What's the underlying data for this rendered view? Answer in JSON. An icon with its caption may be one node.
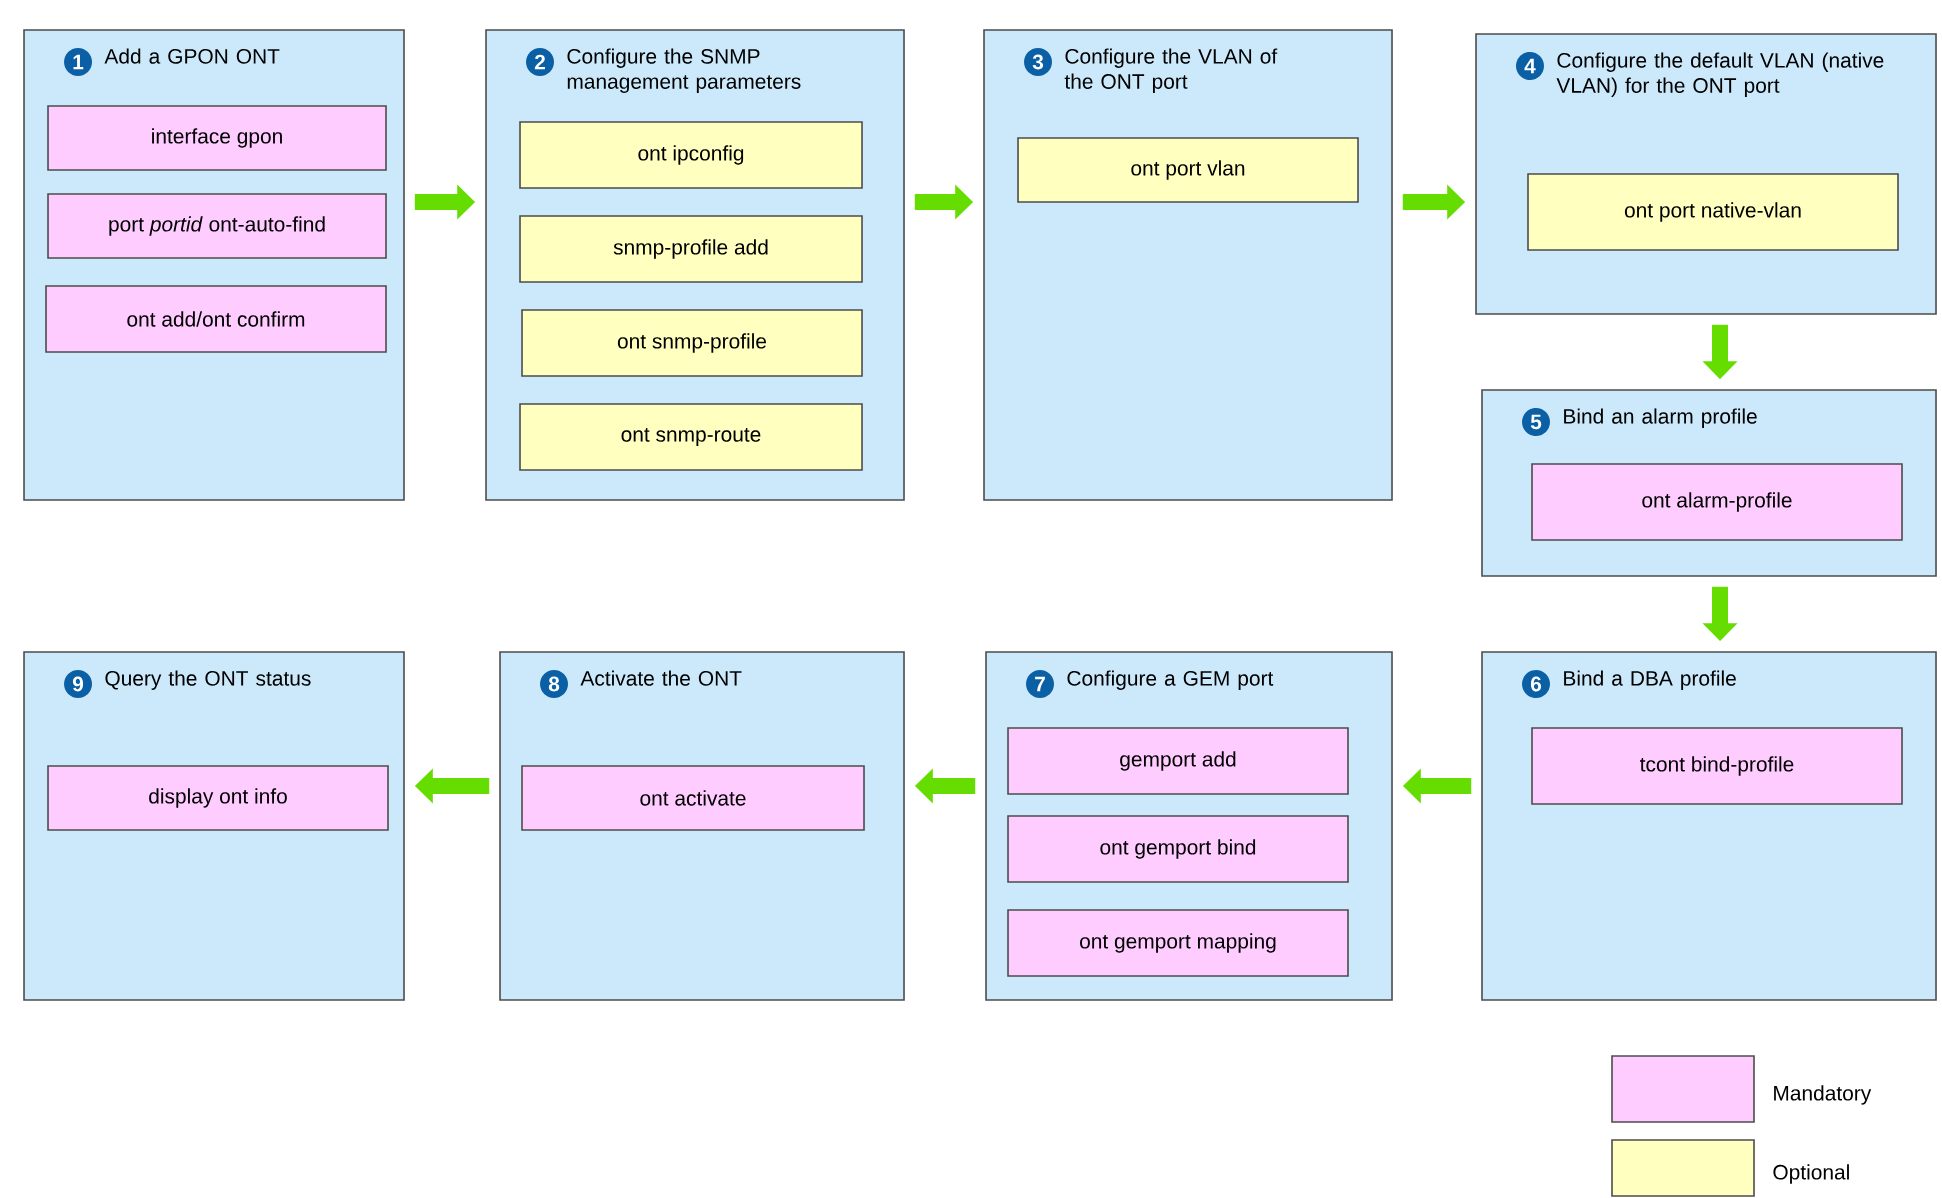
{
  "diagram": {
    "nodes": [
      {
        "text": [
          "1",
          "Add a GPON ONT"
        ]
      },
      {
        "text": [
          "interface gpon"
        ],
        "in": 0
      },
      {
        "text": [
          "port *portid* ont-auto-find"
        ],
        "in": 0
      },
      {
        "text": [
          "ont add/ont confirm"
        ],
        "in": 0
      },
      {
        "text": [
          "2",
          "Configure the SNMP management parameters"
        ]
      },
      {
        "text": [
          "ont ipconfig"
        ],
        "in": 4
      },
      {
        "text": [
          "snmp-profile add"
        ],
        "in": 4
      },
      {
        "text": [
          "ont snmp-profile"
        ],
        "in": 4
      },
      {
        "text": [
          "ont snmp-route"
        ],
        "in": 4
      },
      {
        "text": [
          "3",
          "Configure the VLAN of the ONT port"
        ]
      },
      {
        "text": [
          "ont port vlan"
        ],
        "in": 9
      },
      {
        "text": [
          "4",
          "Configure the default VLAN (native VLAN) for the ONT port"
        ]
      },
      {
        "text": [
          "ont port native-vlan"
        ],
        "in": 11
      },
      {
        "text": [
          "5",
          "Bind an alarm profile"
        ]
      },
      {
        "text": [
          "ont alarm-profile"
        ],
        "in": 13
      },
      {
        "text": [
          "9",
          "Query the ONT status"
        ]
      },
      {
        "text": [
          "display ont info"
        ],
        "in": 15
      },
      {
        "text": [
          "8",
          "Activate the ONT"
        ]
      },
      {
        "text": [
          "ont activate"
        ],
        "in": 17
      },
      {
        "text": [
          "7",
          "Configure a GEM port"
        ]
      },
      {
        "text": [
          "gemport add"
        ],
        "in": 19
      },
      {
        "text": [
          "ont gemport bind"
        ],
        "in": 19
      },
      {
        "text": [
          "ont gemport mapping"
        ],
        "in": 19
      },
      {
        "text": [
          "6",
          "Bind a DBA profile"
        ]
      },
      {
        "text": [
          "tcont bind-profile"
        ],
        "in": 23
      }
    ],
    "edges": [
      {
        "from": 0,
        "to": 4,
        "arrow": "to"
      },
      {
        "from": 4,
        "to": 9,
        "arrow": "to"
      },
      {
        "from": 9,
        "to": 11,
        "arrow": "to"
      },
      {
        "from": 11,
        "to": 13,
        "arrow": "to"
      },
      {
        "from": 13,
        "to": 23,
        "arrow": "to"
      },
      {
        "from": 23,
        "to": 19,
        "arrow": "to"
      },
      {
        "from": 19,
        "to": 17,
        "arrow": "to"
      },
      {
        "from": 17,
        "to": 15,
        "arrow": "to"
      }
    ],
    "legend": [
      {
        "text": "Mandatory",
        "color": "#ffccff"
      },
      {
        "text": "Optional",
        "color": "#ffffc0"
      }
    ]
  }
}
